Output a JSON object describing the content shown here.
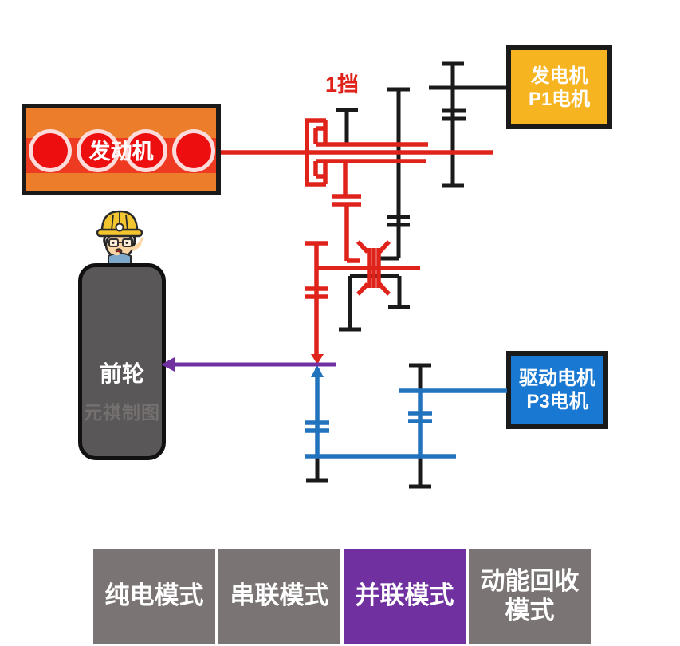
{
  "diagram": {
    "gear_label": "1挡",
    "engine": {
      "label": "发动机"
    },
    "generator": {
      "line1": "发电机",
      "line2": "P1电机"
    },
    "drive_motor": {
      "line1": "驱动电机",
      "line2": "P3电机"
    },
    "front_wheel": {
      "label": "前轮"
    },
    "watermark": "元祺制图"
  },
  "modes": {
    "items": [
      {
        "label": "纯电模式",
        "active": false
      },
      {
        "label": "串联模式",
        "active": false
      },
      {
        "label": "并联模式",
        "active": true
      },
      {
        "label": "动能回收模式",
        "active": false
      }
    ]
  },
  "colors": {
    "engine_box": "#EC7D2B",
    "engine_band": "#EE3A21",
    "cylinder_red": "#ED0F0F",
    "generator_yellow": "#F6B421",
    "drive_motor_blue": "#1878D2",
    "wheel_gray": "#595757",
    "line_red": "#DF221A",
    "line_black": "#1A1A1A",
    "line_blue": "#2273BE",
    "arrow_purple": "#7030A0",
    "tile_gray": "#7B7474",
    "tile_active_purple": "#7030A0"
  }
}
